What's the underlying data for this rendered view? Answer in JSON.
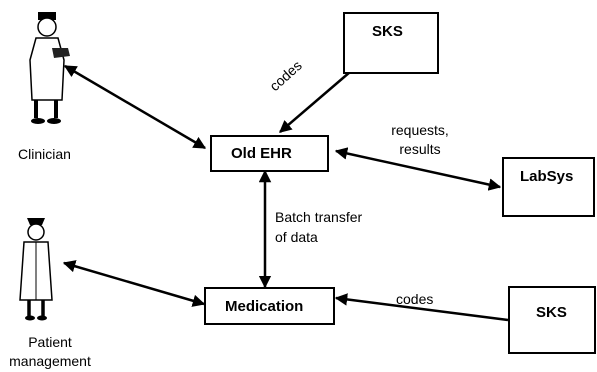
{
  "nodes": {
    "sks_top": "SKS",
    "old_ehr": "Old EHR",
    "labsys": "LabSys",
    "medication": "Medication",
    "sks_bottom": "SKS"
  },
  "actors": {
    "clinician": "Clinician",
    "patient_management_line1": "Patient",
    "patient_management_line2": "management"
  },
  "edges": {
    "sks_to_ehr": "codes",
    "ehr_labsys_line1": "requests,",
    "ehr_labsys_line2": "results",
    "ehr_medication_line1": "Batch transfer",
    "ehr_medication_line2": "of data",
    "sks_to_medication": "codes"
  }
}
